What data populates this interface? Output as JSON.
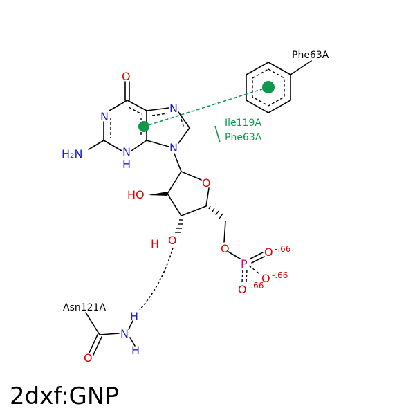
{
  "title": "2dxf:GNP",
  "residues": {
    "phe_top": "Phe63A",
    "ile": "Ile119A",
    "phe_mid": "Phe63A",
    "asn": "Asn121A"
  },
  "atoms": {
    "o_carbonyl": "O",
    "n1": "N",
    "n7": "N",
    "n9": "N",
    "n3": "N",
    "h_n3": "H",
    "nh2": "H₂N",
    "o_ring": "O",
    "ho": "HO",
    "o3": "O",
    "h3": "H",
    "o5": "O",
    "p": "P",
    "op1": "O",
    "op2": "O",
    "op3": "O",
    "asn_h1": "H",
    "asn_n": "N",
    "asn_h2": "H",
    "asn_o": "O"
  },
  "charges": {
    "c1": "-.66",
    "c2": "-.66",
    "c3": "-.66"
  },
  "colors": {
    "nitrogen": "#1a1ad6",
    "oxygen": "#e00000",
    "phosphorus": "#d4007a",
    "interaction": "#0b9a4c"
  }
}
